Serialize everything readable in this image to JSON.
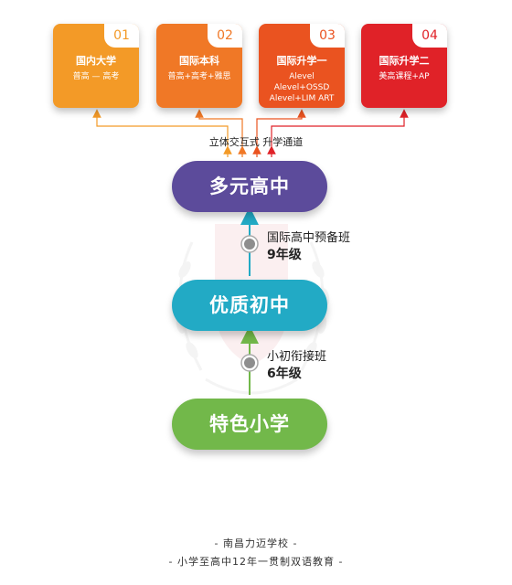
{
  "cards": [
    {
      "num": "01",
      "title": "国内大学",
      "lines": [
        "普高 — 高考"
      ],
      "color": "#f39a27",
      "num_color": "#f39a27"
    },
    {
      "num": "02",
      "title": "国际本科",
      "lines": [
        "普高+高考+雅思"
      ],
      "color": "#f07826",
      "num_color": "#f07826"
    },
    {
      "num": "03",
      "title": "国际升学一",
      "lines": [
        "Alevel",
        "Alevel+OSSD",
        "Alevel+LIM ART"
      ],
      "color": "#ea5320",
      "num_color": "#ea5320"
    },
    {
      "num": "04",
      "title": "国际升学二",
      "lines": [
        "美高课程+AP"
      ],
      "color": "#e02228",
      "num_color": "#e02228"
    }
  ],
  "connector_label": "立体交互式 升学通道",
  "stages": [
    {
      "label": "多元高中",
      "color": "#5c4b9b"
    },
    {
      "label": "优质初中",
      "color": "#22aac5"
    },
    {
      "label": "特色小学",
      "color": "#72b84a"
    }
  ],
  "transitions": [
    {
      "label": "国际高中预备班",
      "grade": "9年级"
    },
    {
      "label": "小初衔接班",
      "grade": "6年级"
    }
  ],
  "footer": {
    "school": "- 南昌力迈学校 -",
    "tagline": "- 小学至高中12年一贯制双语教育 -"
  }
}
